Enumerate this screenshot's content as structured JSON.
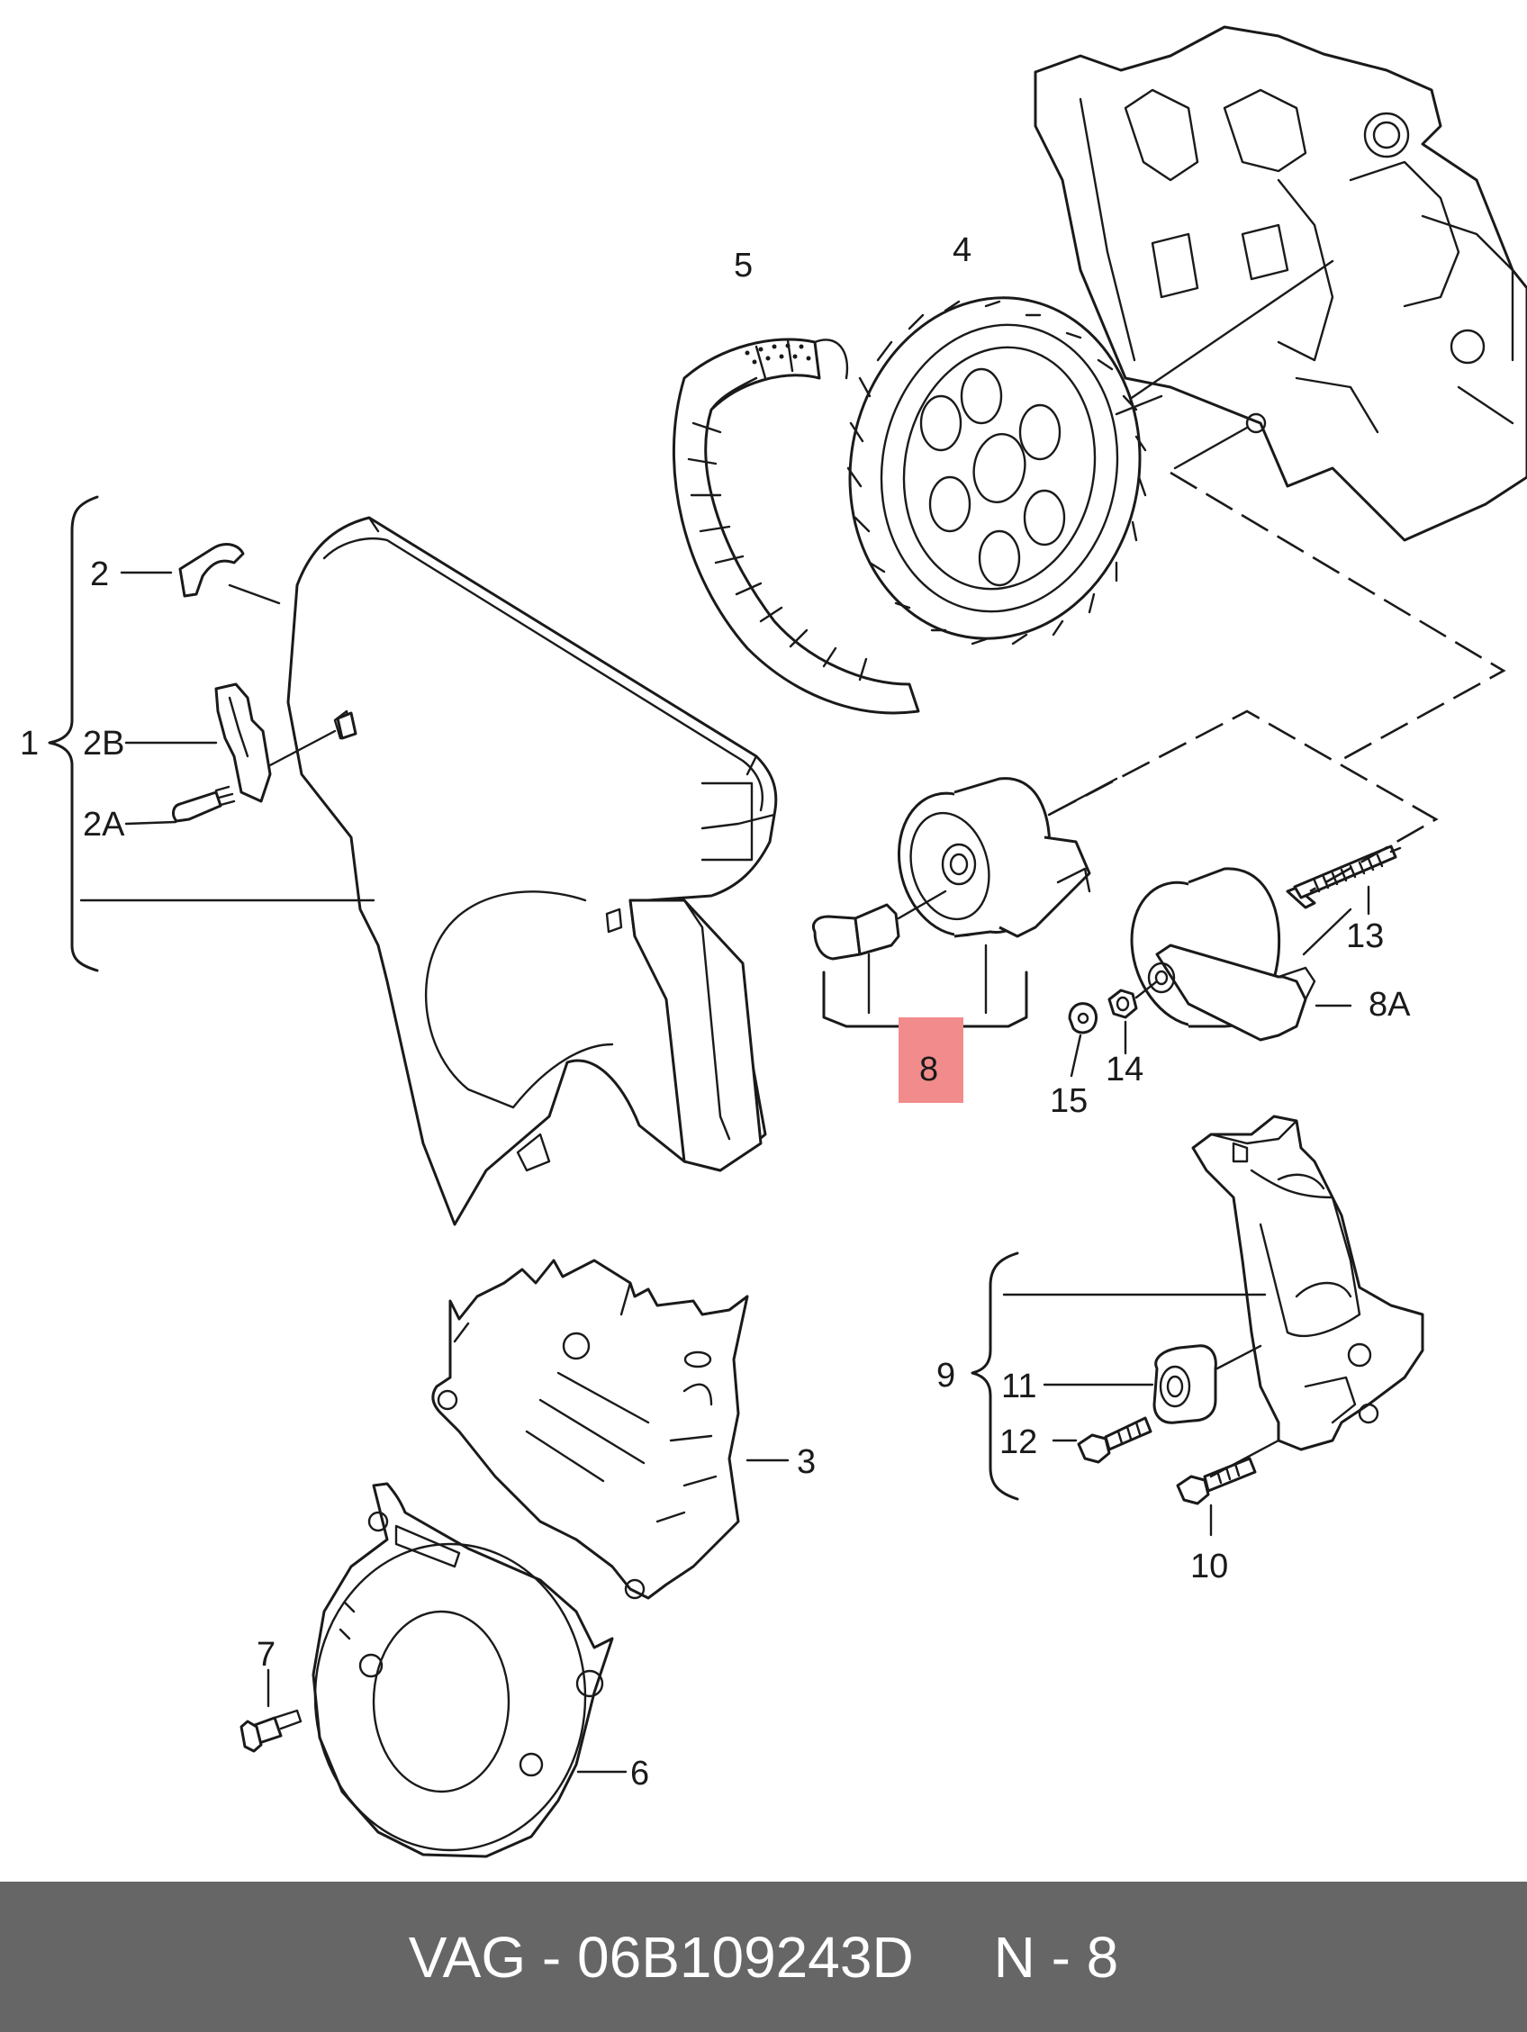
{
  "diagram": {
    "callouts": {
      "c1": "1",
      "c2": "2",
      "c2a": "2A",
      "c2b": "2B",
      "c3": "3",
      "c4": "4",
      "c5": "5",
      "c6": "6",
      "c7": "7",
      "c8": "8",
      "c8a": "8A",
      "c9": "9",
      "c10": "10",
      "c11": "11",
      "c12": "12",
      "c13": "13",
      "c14": "14",
      "c15": "15"
    },
    "highlighted_callout": "8",
    "highlight_color": "#f28b8b"
  },
  "footer": {
    "brand": "VAG",
    "separator": " - ",
    "part_number": "06B109243D",
    "position": "N - 8",
    "background_color": "#666666"
  }
}
